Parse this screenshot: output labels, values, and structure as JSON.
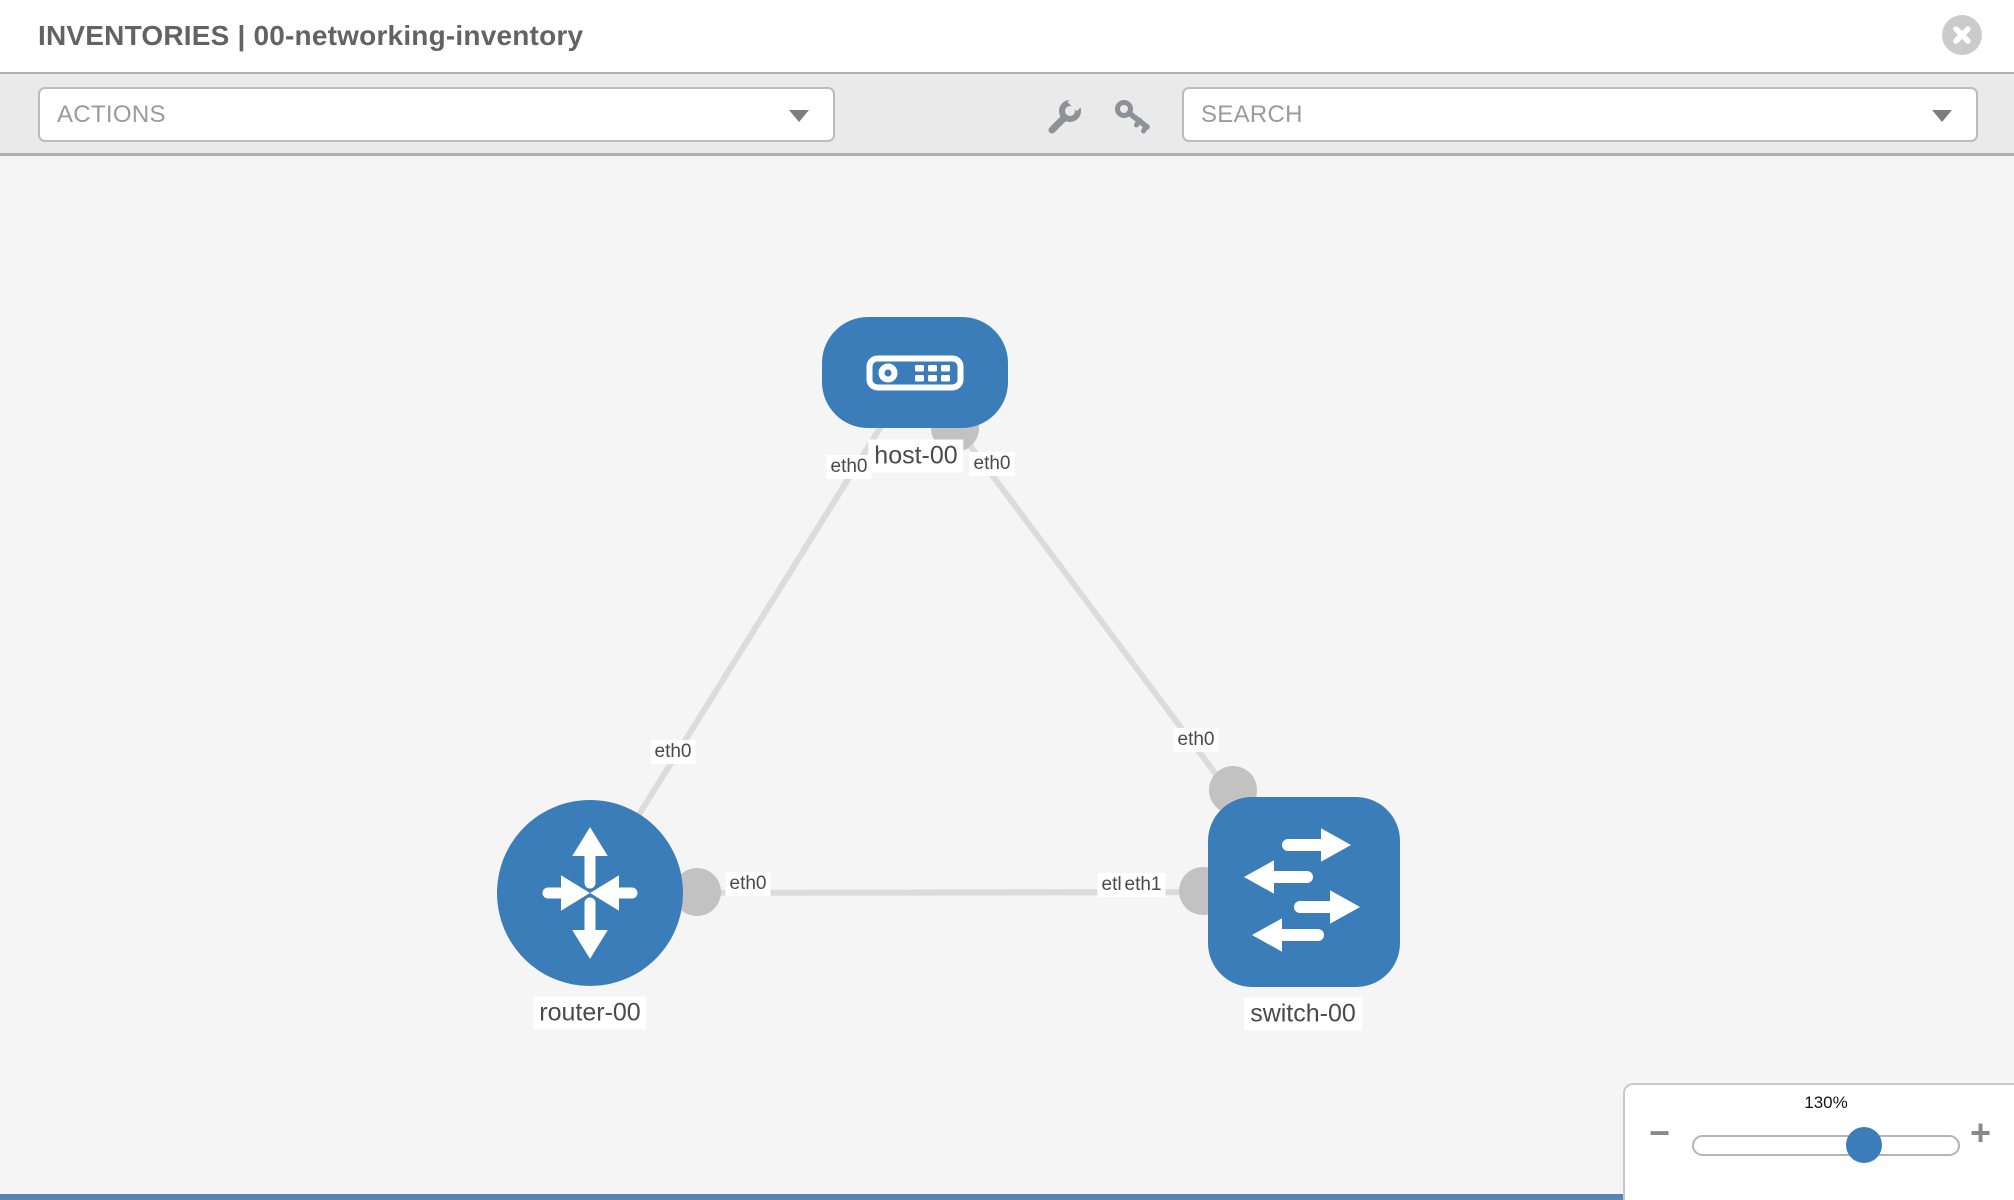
{
  "header": {
    "title": "INVENTORIES | 00-networking-inventory"
  },
  "toolbar": {
    "actions_label": "ACTIONS",
    "search_label": "SEARCH"
  },
  "topology": {
    "nodes": [
      {
        "label": "host-00",
        "type": "host"
      },
      {
        "label": "router-00",
        "type": "router"
      },
      {
        "label": "switch-00",
        "type": "switch"
      }
    ],
    "links": [
      {
        "from": "host-00",
        "to": "router-00",
        "from_label": "eth0",
        "to_label": "eth0"
      },
      {
        "from": "host-00",
        "to": "switch-00",
        "from_label": "eth0",
        "to_label": "eth0"
      },
      {
        "from": "router-00",
        "to": "switch-00",
        "from_label": "eth0",
        "to_label": "eth1",
        "to_label_under": "eth0"
      }
    ]
  },
  "zoom_control": {
    "level": "130%",
    "zoom_out_label": "−",
    "zoom_in_label": "+"
  },
  "colors": {
    "node_blue": "#3a7db8",
    "link_gray": "#dcdcdc",
    "connector_gray": "#c2c2c2",
    "toolbar_gray": "#eaeaea",
    "canvas_gray": "#f5f5f5"
  }
}
